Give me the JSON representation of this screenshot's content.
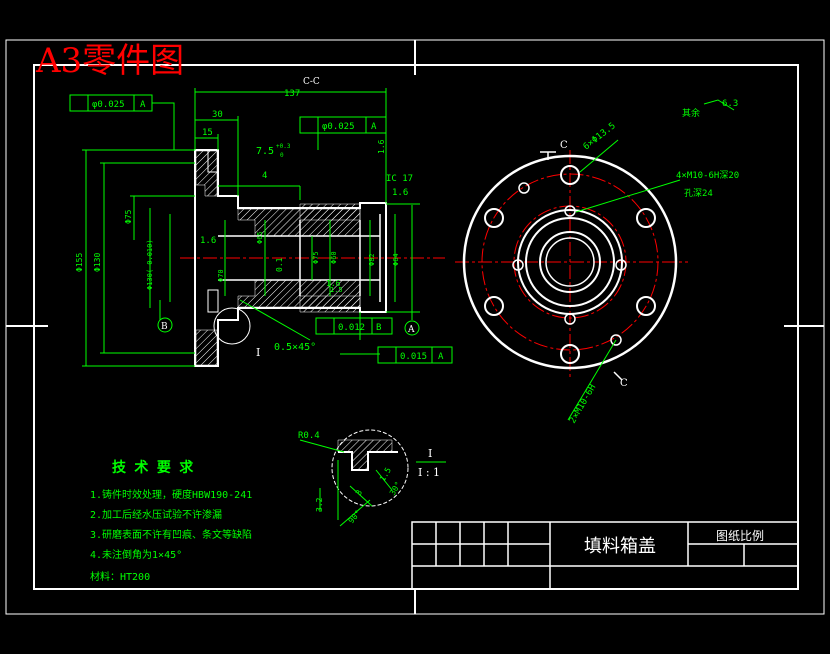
{
  "sheet": {
    "label": "A3零件图",
    "section_label": "C-C",
    "section_mark": "C",
    "detail_label": "I",
    "detail_scale": "I : 1",
    "title_name": "填料箱盖",
    "scale_label": "图纸比例"
  },
  "dims": {
    "d137": "137",
    "d30": "30",
    "d15": "15",
    "d4": "4",
    "d7_5": "7.5",
    "d7_5_tol_up": "+0.3",
    "d7_5_tol_lo": "0",
    "gt1_sym": "φ0.025",
    "gt1_ref": "A",
    "gt2_sym": "φ0.025",
    "gt2_ref": "A",
    "gt3_val": "0.012",
    "gt3_ref": "B",
    "gt4_val": "0.015",
    "gt4_ref": "A",
    "r1_6a": "1.6",
    "r1_6b": "1.6",
    "r1_6c": "1.6",
    "r1_6d": "1.6",
    "it17": "IC 17",
    "chamfer": "0.5×45°",
    "d155": "Φ155",
    "d130": "Φ130",
    "d75": "Φ75",
    "d65": "Φ65",
    "d60": "Φ60",
    "d82": "Φ82",
    "d64": "Φ64",
    "d130b": "Φ130(-0.010)",
    "d70": "Φ70",
    "d75b": "Φ75",
    "d0_1": "0.1",
    "d1_5": "1.5",
    "datum_b": "B",
    "datum_a": "A",
    "hole6": "6×Φ13.5",
    "hole4a": "4×M10-6H深20",
    "hole4b": "孔深24",
    "hole2": "2×M10-6H",
    "other_rough": "其余",
    "other_rough_val": "6.3",
    "det_r0_4": "R0.4",
    "det_3_2": "3.2",
    "det_1_5": "1.5",
    "det_30": "30°",
    "det_3": "3",
    "det_90": "90°"
  },
  "notes": {
    "title": "技 术 要 求",
    "items": [
      "1.铸件时效处理，硬度HBW190-241",
      "2.加工后经水压试验不许渗漏",
      "3.研磨表面不许有凹痕、条文等缺陷",
      "4.未注倒角为1×45°"
    ],
    "material": "材料：HT200"
  }
}
